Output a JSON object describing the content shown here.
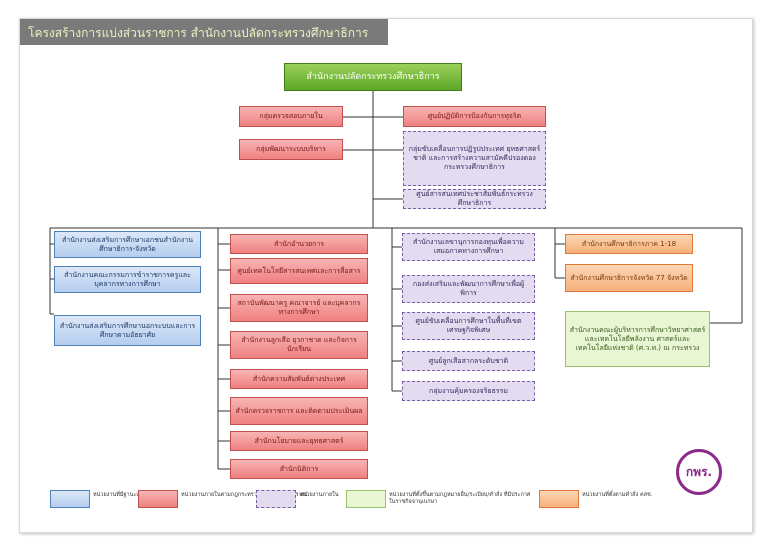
{
  "title": "โครงสร้างการแบ่งส่วนราชการ สำนักงานปลัดกระทรวงศึกษาธิการ",
  "top": "สำนักงานปลัดกระทรวงศึกษาธิการ",
  "upper_left": [
    "กลุ่มตรวจสอบภายใน",
    "กลุ่มพัฒนาระบบบริหาร"
  ],
  "upper_right": [
    "ศูนย์ปฏิบัติการป้องกันการทุจริต",
    "กลุ่มขับเคลื่อนการปฏิรูปประเทศ ยุทธศาสตร์ชาติ และการสร้างความสามัคคีปรองดอง กระทรวงศึกษาธิการ",
    "ศูนย์สารสนเทศประชาสัมพันธ์กระทรวงศึกษาธิการ"
  ],
  "col_blue": [
    "สำนักงานส่งเสริมการศึกษาเอกชนสำนักงานศึกษาธิการ-จังหวัด",
    "สำนักงานคณะกรรมการข้าราชการครูและบุคลากรทางการศึกษา",
    "สำนักงานส่งเสริมการศึกษานอกระบบและการศึกษาตามอัธยาศัย"
  ],
  "col_red": [
    "สำนักอำนวยการ",
    "ศูนย์เทคโนโลยีสารสนเทศและการสื่อสาร",
    "สถาบันพัฒนาครู คณาจารย์ และบุคลากรทางการศึกษา",
    "สำนักงานลูกเสือ ยุวกาชาด และกิจการนักเรียน",
    "สำนักความสัมพันธ์ต่างประเทศ",
    "สำนักตรวจราชการ และติดตามประเมินผล",
    "สำนักนโยบายและยุทธศาสตร์",
    "สำนักนิติการ"
  ],
  "col_purple": [
    "สำนักงานเลขานุการกองทุนเพื่อความเสมอภาคทางการศึกษา",
    "กองส่งเสริมและพัฒนาการศึกษาเพื่อผู้พิการ",
    "ศูนย์ขับเคลื่อนการศึกษาในพื้นที่เขตเศรษฐกิจพิเศษ",
    "ศูนย์ลูกเสือสากลระดับชาติ",
    "กลุ่มงานคุ้มครองจริยธรรม"
  ],
  "col_orange": [
    "สำนักงานศึกษาธิการภาค 1-18",
    "สำนักงานศึกษาธิการจังหวัด 77 จังหวัด"
  ],
  "green": "สำนักงานคณะผู้บริหารการศึกษาวิทยาศาสตร์และเทคโนโลยีพลังงาน ศาสตร์และเทคโนโลยีแห่งชาติ (ศ.ว.ท.) ณ กระทรวง",
  "legend": [
    {
      "text": "หน่วยงานที่มีฐานะเป็นนิติบุคคล"
    },
    {
      "text": "หน่วยงานภายในตามกฎกระทรวงแบ่งส่วนราชการ สป."
    },
    {
      "text": "หน่วยงานภายใน"
    },
    {
      "text": "หน่วยงานที่ตั้งขึ้นตามกฎหมายอื่น/ระเบียบ/คำสั่ง ที่มีประกาศในราชกิจจานุเบกษา"
    },
    {
      "text": "หน่วยงานที่ตั้งตามคำสั่ง คสช."
    }
  ],
  "logo": "กพร.",
  "colors": {
    "top": "#6fb33a",
    "red": "#ef8080",
    "blue": "#b5cdef",
    "purple": "#e3dcf0",
    "orange": "#f6b07a",
    "green": "#e8f6d4"
  }
}
